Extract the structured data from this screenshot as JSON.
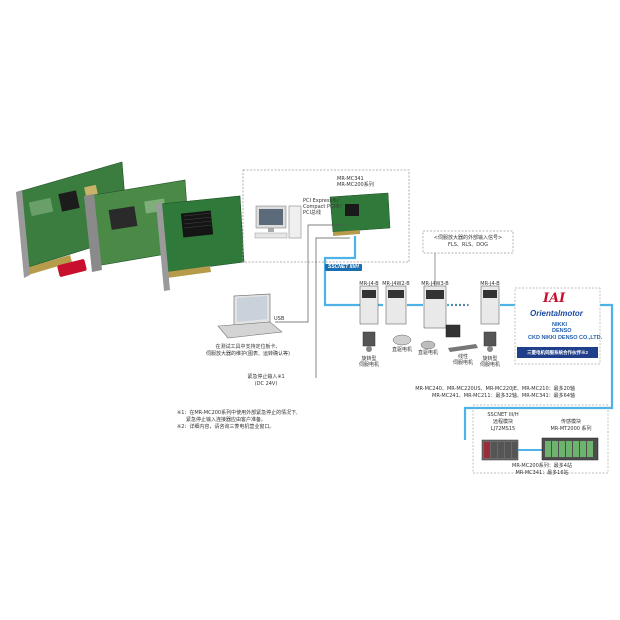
{
  "pc_box": {
    "card_title_1": "MR-MC341",
    "card_title_2": "MR-MC200系列",
    "bus_label_1": "PCI Express®/",
    "bus_label_2": "Compact PCI®/",
    "bus_label_3": "PCI总线"
  },
  "sscnet_logo": "SSCNET III/H",
  "servo_input": {
    "line1": "<伺服放大器的外部输入信号>",
    "line2": "FLS、RLS、DOG"
  },
  "amplifiers": [
    {
      "model": "MR-J4-B"
    },
    {
      "model": "MR-J4W2-B"
    },
    {
      "model": "MR-J4W3-B"
    },
    {
      "model": "MR-J4-B"
    }
  ],
  "motors": [
    {
      "line1": "旋转型",
      "line2": "伺服电机"
    },
    {
      "line1": "直驱电机",
      "line2": ""
    },
    {
      "line1": "直驱电机",
      "line2": ""
    },
    {
      "line1": "线性",
      "line2": "伺服电机"
    },
    {
      "line1": "旋转型",
      "line2": "伺服电机"
    }
  ],
  "partners": {
    "iai": "IAI",
    "oriental": "Orientalmotor",
    "nikki_1": "NIKKI",
    "nikki_2": "DENSO",
    "nikki_3": "CKD NIKKI DENSO CO.,LTD.",
    "caption": "三菱电机伺服系统合作伙伴※2"
  },
  "usb_label": "USB",
  "laptop_caption": {
    "line1": "在测试工具中支持定位板卡、",
    "line2": "伺服放大器的维护(图表、运转确认等)"
  },
  "emergency": {
    "line1": "紧急停止输入※1",
    "line2": "(DC 24V)"
  },
  "axes_note": {
    "line1": "MR-MC240、MR-MC220US、MR-MC220JE、MR-MC210：最多20轴",
    "line2": "MR-MC241、MR-MC211：最多32轴、MR-MC341：最多64轴"
  },
  "footnotes": {
    "n1a": "※1：在MR-MC200系列中使用外部紧急停止的情况下,",
    "n1b": "紧急停止输入连接器应由客户准备。",
    "n2": "※2：详细内容，请咨询三菱电机营业窗口。"
  },
  "io_module": {
    "line1": "SSCNET III/H",
    "line2": "远程模块",
    "line3": "LJ72MS15"
  },
  "sensor_module": {
    "line1": "传感模块",
    "line2": "MR-MT2000 系列"
  },
  "station_note": {
    "line1": "MR-MC200系列：最多4站",
    "line2": "MR-MC341：最多16站"
  },
  "colors": {
    "network_line": "#4db3e6",
    "pcb_green": "#2f7a3a",
    "partner_bar": "#1f3f8a"
  }
}
